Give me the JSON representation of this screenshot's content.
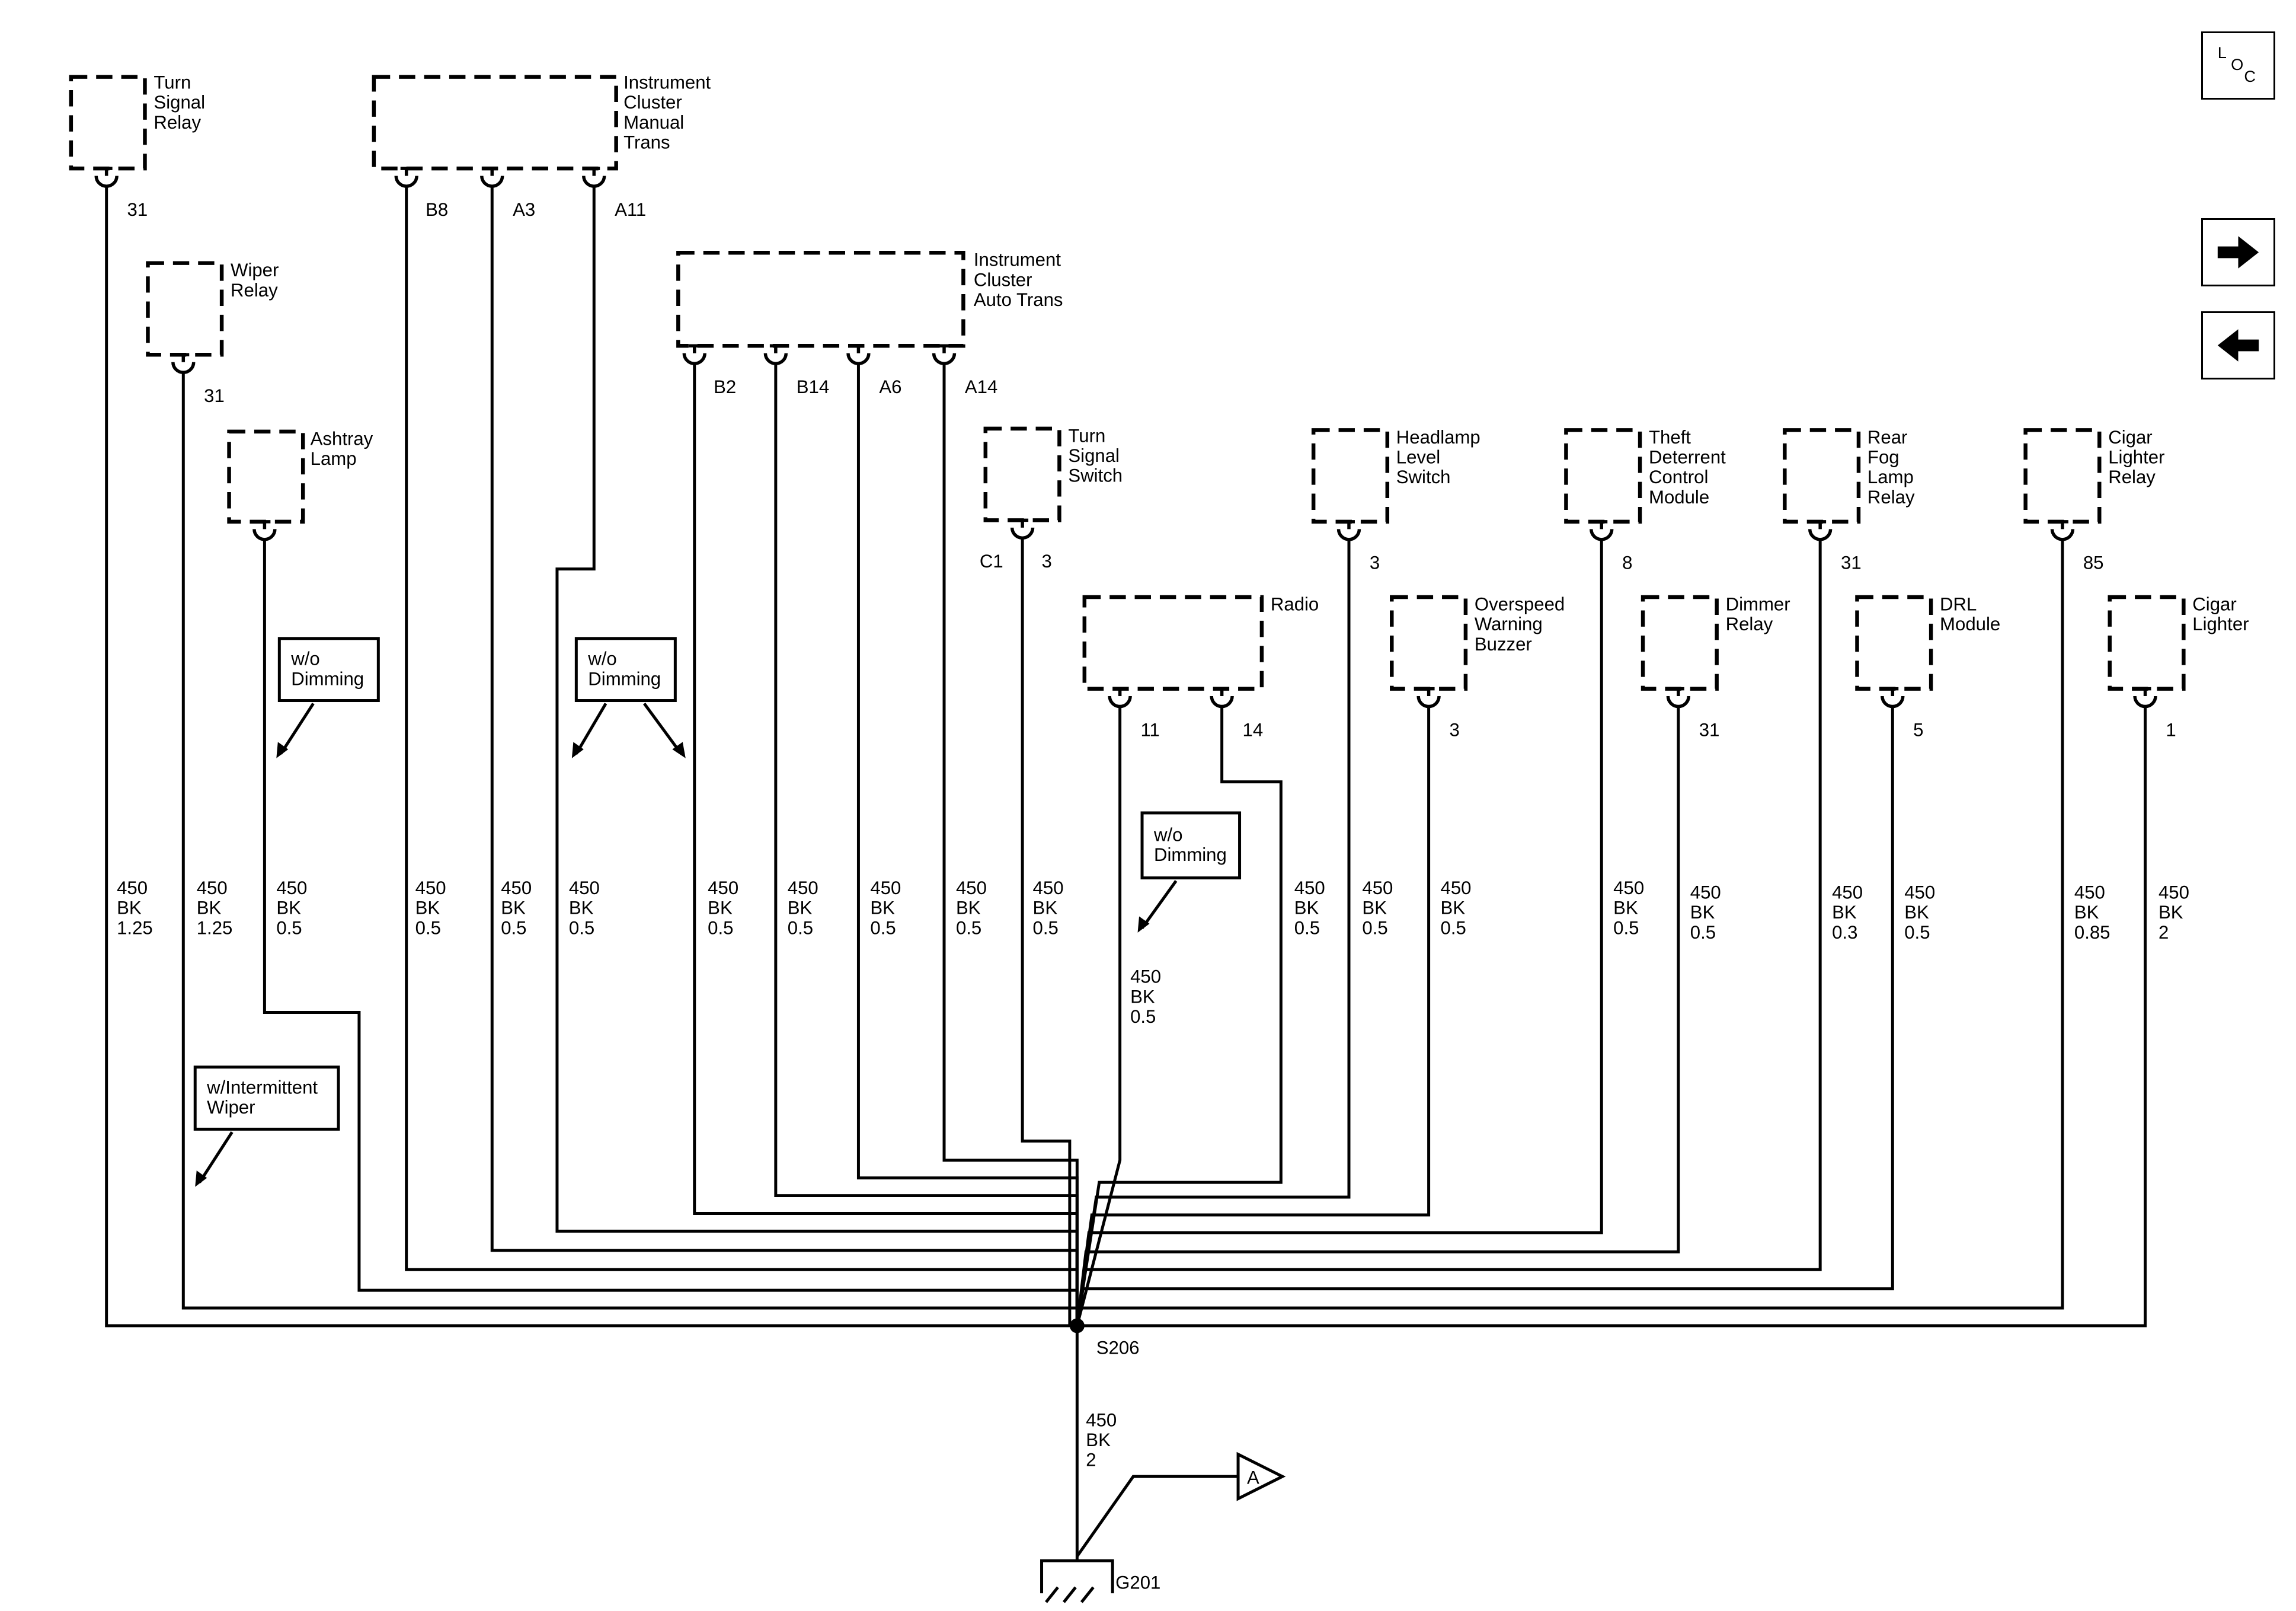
{
  "components": [
    {
      "id": "turn-signal-relay",
      "label": [
        "Turn",
        "Signal",
        "Relay"
      ],
      "pins": [
        "31"
      ]
    },
    {
      "id": "instrument-cluster-manual-trans",
      "label": [
        "Instrument",
        "Cluster",
        "Manual",
        "Trans"
      ],
      "pins": [
        "B8",
        "A3",
        "A11"
      ]
    },
    {
      "id": "wiper-relay",
      "label": [
        "Wiper",
        "Relay"
      ],
      "pins": [
        "31"
      ]
    },
    {
      "id": "instrument-cluster-auto-trans",
      "label": [
        "Instrument",
        "Cluster",
        "Auto Trans"
      ],
      "pins": [
        "B2",
        "B14",
        "A6",
        "A14"
      ]
    },
    {
      "id": "ashtray-lamp",
      "label": [
        "Ashtray",
        "Lamp"
      ],
      "pins": [
        ""
      ]
    },
    {
      "id": "turn-signal-switch",
      "label": [
        "Turn",
        "Signal",
        "Switch"
      ],
      "pins": [
        "3"
      ],
      "connector": "C1"
    },
    {
      "id": "headlamp-level-switch",
      "label": [
        "Headlamp",
        "Level",
        "Switch"
      ],
      "pins": [
        "3"
      ]
    },
    {
      "id": "theft-deterrent-control-module",
      "label": [
        "Theft",
        "Deterrent",
        "Control",
        "Module"
      ],
      "pins": [
        "8"
      ]
    },
    {
      "id": "rear-fog-lamp-relay",
      "label": [
        "Rear",
        "Fog",
        "Lamp",
        "Relay"
      ],
      "pins": [
        "31"
      ]
    },
    {
      "id": "cigar-lighter-relay",
      "label": [
        "Cigar",
        "Lighter",
        "Relay"
      ],
      "pins": [
        "85"
      ]
    },
    {
      "id": "radio",
      "label": [
        "Radio"
      ],
      "pins": [
        "11",
        "14"
      ]
    },
    {
      "id": "overspeed-warning-buzzer",
      "label": [
        "Overspeed",
        "Warning",
        "Buzzer"
      ],
      "pins": [
        "3"
      ]
    },
    {
      "id": "dimmer-relay",
      "label": [
        "Dimmer",
        "Relay"
      ],
      "pins": [
        "31"
      ]
    },
    {
      "id": "drl-module",
      "label": [
        "DRL",
        "Module"
      ],
      "pins": [
        "5"
      ]
    },
    {
      "id": "cigar-lighter",
      "label": [
        "Cigar",
        "Lighter"
      ],
      "pins": [
        "1"
      ]
    }
  ],
  "wire_labels": [
    [
      "450",
      "BK",
      "1.25"
    ],
    [
      "450",
      "BK",
      "1.25"
    ],
    [
      "450",
      "BK",
      "0.5"
    ],
    [
      "450",
      "BK",
      "0.5"
    ],
    [
      "450",
      "BK",
      "0.5"
    ],
    [
      "450",
      "BK",
      "0.5"
    ],
    [
      "450",
      "BK",
      "0.5"
    ],
    [
      "450",
      "BK",
      "0.5"
    ],
    [
      "450",
      "BK",
      "0.5"
    ],
    [
      "450",
      "BK",
      "0.5"
    ],
    [
      "450",
      "BK",
      "0.5"
    ],
    [
      "450",
      "BK",
      "0.5"
    ],
    [
      "450",
      "BK",
      "0.5"
    ],
    [
      "450",
      "BK",
      "0.5"
    ],
    [
      "450",
      "BK",
      "0.5"
    ],
    [
      "450",
      "BK",
      "0.5"
    ],
    [
      "450",
      "BK",
      "0.5"
    ],
    [
      "450",
      "BK",
      "0.3"
    ],
    [
      "450",
      "BK",
      "0.5"
    ],
    [
      "450",
      "BK",
      "0.85"
    ],
    [
      "450",
      "BK",
      "2"
    ],
    [
      "450",
      "BK",
      "2"
    ]
  ],
  "notes": [
    [
      "w/o",
      "Dimming"
    ],
    [
      "w/o",
      "Dimming"
    ],
    [
      "w/o",
      "Dimming"
    ],
    [
      "w/Intermittent",
      "Wiper"
    ]
  ],
  "splice": "S206",
  "ground": "G201",
  "reference": "A",
  "nav": {
    "loc": [
      "L",
      "O",
      "C"
    ],
    "next": "next-page-arrow",
    "prev": "previous-page-arrow"
  }
}
